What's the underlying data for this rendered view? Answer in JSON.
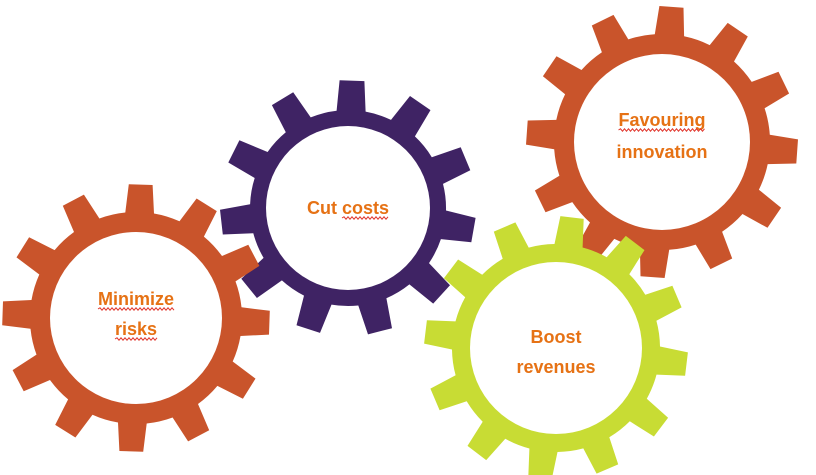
{
  "colors": {
    "gear_orange": "#c9542b",
    "gear_purple": "#3f2364",
    "gear_green": "#c8dc34",
    "label_text": "#e67215",
    "spellcheck_underline": "#e0342b",
    "hub_fill": "#ffffff"
  },
  "gears": [
    {
      "id": "favouring-innovation",
      "color": "#c9542b",
      "teeth": 12,
      "label_lines": [
        "Favouring",
        "innovation"
      ],
      "underlined_words": [
        "Favouring"
      ]
    },
    {
      "id": "cut-costs",
      "color": "#3f2364",
      "teeth": 11,
      "label_lines": [
        "Cut costs"
      ],
      "underlined_words": [
        "costs"
      ]
    },
    {
      "id": "minimize-risks",
      "color": "#c9542b",
      "teeth": 12,
      "label_lines": [
        "Minimize",
        "risks"
      ],
      "underlined_words": [
        "Minimize",
        "risks"
      ]
    },
    {
      "id": "boost-revenues",
      "color": "#c8dc34",
      "teeth": 12,
      "label_lines": [
        "Boost",
        "revenues"
      ],
      "underlined_words": []
    }
  ]
}
